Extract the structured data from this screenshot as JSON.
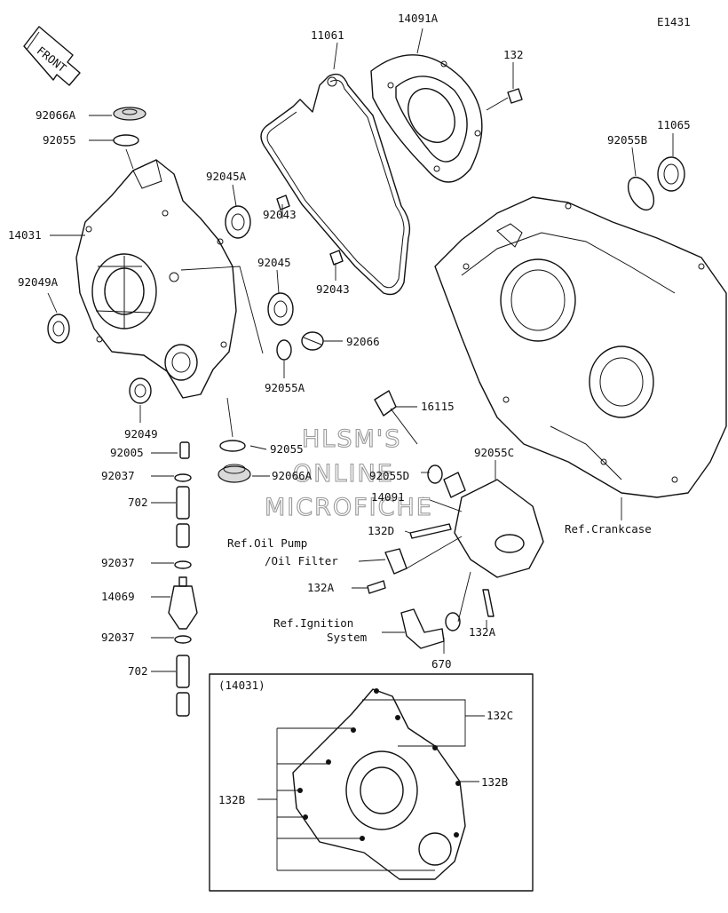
{
  "diagram_code": "E1431",
  "front_label": "FRONT",
  "watermark": [
    "HLSM'S",
    "ONLINE",
    "MICROFICHE"
  ],
  "inset_title": "(14031)",
  "parts": [
    {
      "id": "p14091A",
      "label": "14091A"
    },
    {
      "id": "p11061",
      "label": "11061"
    },
    {
      "id": "p132",
      "label": "132"
    },
    {
      "id": "p11065",
      "label": "11065"
    },
    {
      "id": "p92055B",
      "label": "92055B"
    },
    {
      "id": "p92066A_top",
      "label": "92066A"
    },
    {
      "id": "p92055_top",
      "label": "92055"
    },
    {
      "id": "p92045A",
      "label": "92045A"
    },
    {
      "id": "p14031",
      "label": "14031"
    },
    {
      "id": "p92043_a",
      "label": "92043"
    },
    {
      "id": "p92045",
      "label": "92045"
    },
    {
      "id": "p92049A",
      "label": "92049A"
    },
    {
      "id": "p92043_b",
      "label": "92043"
    },
    {
      "id": "p92066",
      "label": "92066"
    },
    {
      "id": "p92055A",
      "label": "92055A"
    },
    {
      "id": "p16115",
      "label": "16115"
    },
    {
      "id": "p92049",
      "label": "92049"
    },
    {
      "id": "p92055_mid",
      "label": "92055"
    },
    {
      "id": "p92005",
      "label": "92005"
    },
    {
      "id": "p92055C",
      "label": "92055C"
    },
    {
      "id": "p92037_a",
      "label": "92037"
    },
    {
      "id": "p92066A_mid",
      "label": "92066A"
    },
    {
      "id": "p92055D",
      "label": "92055D"
    },
    {
      "id": "p14091",
      "label": "14091"
    },
    {
      "id": "p702_a",
      "label": "702"
    },
    {
      "id": "p132D",
      "label": "132D"
    },
    {
      "id": "p92037_b",
      "label": "92037"
    },
    {
      "id": "p14069",
      "label": "14069"
    },
    {
      "id": "p132A_a",
      "label": "132A"
    },
    {
      "id": "p92037_c",
      "label": "92037"
    },
    {
      "id": "p132A_b",
      "label": "132A"
    },
    {
      "id": "p670",
      "label": "670"
    },
    {
      "id": "p702_b",
      "label": "702"
    },
    {
      "id": "p132C",
      "label": "132C"
    },
    {
      "id": "p132B_r",
      "label": "132B"
    },
    {
      "id": "p132B_l",
      "label": "132B"
    }
  ],
  "references": [
    {
      "id": "ref_crankcase",
      "label": "Ref.Crankcase"
    },
    {
      "id": "ref_oilpump_1",
      "label": "Ref.Oil Pump"
    },
    {
      "id": "ref_oilpump_2",
      "label": "/Oil Filter"
    },
    {
      "id": "ref_ign_1",
      "label": "Ref.Ignition"
    },
    {
      "id": "ref_ign_2",
      "label": "System"
    }
  ]
}
